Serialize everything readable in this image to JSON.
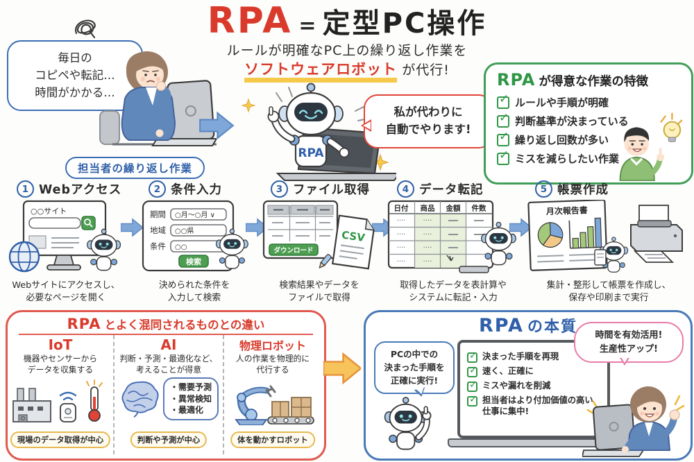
{
  "header": {
    "title_accent": "RPA",
    "title_eq": "=",
    "title_rest": "定型PC操作",
    "sub1": "ルールが明確なPC上の繰り返し作業を",
    "sub2_highlight": "ソフトウェアロボット",
    "sub2_rest": "が代行!"
  },
  "worker": {
    "bubble": [
      "毎日の",
      "コピペや転記…",
      "時間がかかる…"
    ],
    "label": "担当者の繰り返し作業"
  },
  "robot": {
    "chest": "RPA",
    "bubble": [
      "私が代わりに",
      "自動でやります!"
    ]
  },
  "strengths": {
    "title_accent": "RPA",
    "title_rest": "が得意な作業の特徴",
    "items": [
      "ルールや手順が明確",
      "判断基準が決まっている",
      "繰り返し回数が多い",
      "ミスを減らしたい作業"
    ]
  },
  "steps": [
    {
      "num": "1",
      "title": "Webアクセス",
      "site_label": "○○サイト",
      "caption": [
        "Webサイトにアクセスし、",
        "必要なページを開く"
      ]
    },
    {
      "num": "2",
      "title": "条件入力",
      "form": {
        "rows": [
          {
            "label": "期間",
            "value": "○月〜○月 ∨"
          },
          {
            "label": "地域",
            "value": "○○県"
          },
          {
            "label": "条件",
            "value": "○○"
          }
        ],
        "button": "検索"
      },
      "caption": [
        "決められた条件を",
        "入力して検索"
      ]
    },
    {
      "num": "3",
      "title": "ファイル取得",
      "download_button": "ダウンロード",
      "file_label": "CSV",
      "caption": [
        "検索結果やデータを",
        "ファイルで取得"
      ]
    },
    {
      "num": "4",
      "title": "データ転記",
      "table_headers": [
        "日付",
        "商品",
        "金額",
        "件数"
      ],
      "cell_dots": "····",
      "caption": [
        "取得したデータを表計算や",
        "システムに転記・入力"
      ]
    },
    {
      "num": "5",
      "title": "帳票作成",
      "report_title": "月次報告書",
      "caption": [
        "集計・整形して帳票を作成し、",
        "保存や印刷まで実行"
      ]
    }
  ],
  "comparison": {
    "title_accent": "RPA",
    "title_rest": "とよく混同されるものとの違い",
    "columns": [
      {
        "name": "IoT",
        "desc": [
          "機器やセンサーから",
          "データを収集する"
        ],
        "tag": "現場のデータ取得が中心"
      },
      {
        "name": "AI",
        "desc": [
          "判断・予測・最適化など、",
          "考えることが得意"
        ],
        "bubble": [
          "・需要予測",
          "・異常検知",
          "・最適化"
        ],
        "tag": "判断や予測が中心"
      },
      {
        "name": "物理ロボット",
        "desc": [
          "人の作業を物理的に",
          "代行する"
        ],
        "tag": "体を動かすロボット"
      }
    ]
  },
  "essence": {
    "title_accent": "RPA",
    "title_rest": "の本質",
    "robot_bubble": [
      "PCの中での",
      "決まった手順を",
      "正確に実行!"
    ],
    "checklist": [
      "決まった手順を再現",
      "速く、正確に",
      "ミスや漏れを削減",
      "担当者はより付加価値の高い仕事に集中!"
    ],
    "cloud": [
      "時間を有効活用!",
      "生産性アップ!"
    ]
  },
  "colors": {
    "accent_red": "#d93a2b",
    "accent_green": "#2f9646",
    "accent_blue": "#2f5fa8",
    "box_green": "#3f9e57",
    "box_red": "#e05a50",
    "box_blue": "#4a7ab8",
    "highlight_yellow": "#f6c94a",
    "pill_yellow": "#e7b84e",
    "pink": "#e87ba8",
    "button_green": "#4e9e52",
    "arrow_blue": "#7fa8d9",
    "arrow_orange": "#f6c45a"
  },
  "icons": [
    "frustration-scribble",
    "globe",
    "search-magnifier",
    "checkbox-check",
    "lightbulb",
    "csv-file",
    "download-button",
    "printer",
    "pie-chart",
    "bar-chart",
    "factory",
    "iot-sensor",
    "thermometer",
    "brain",
    "robot-arm",
    "sparkle",
    "arrow-right",
    "mini-robot",
    "laptop"
  ]
}
